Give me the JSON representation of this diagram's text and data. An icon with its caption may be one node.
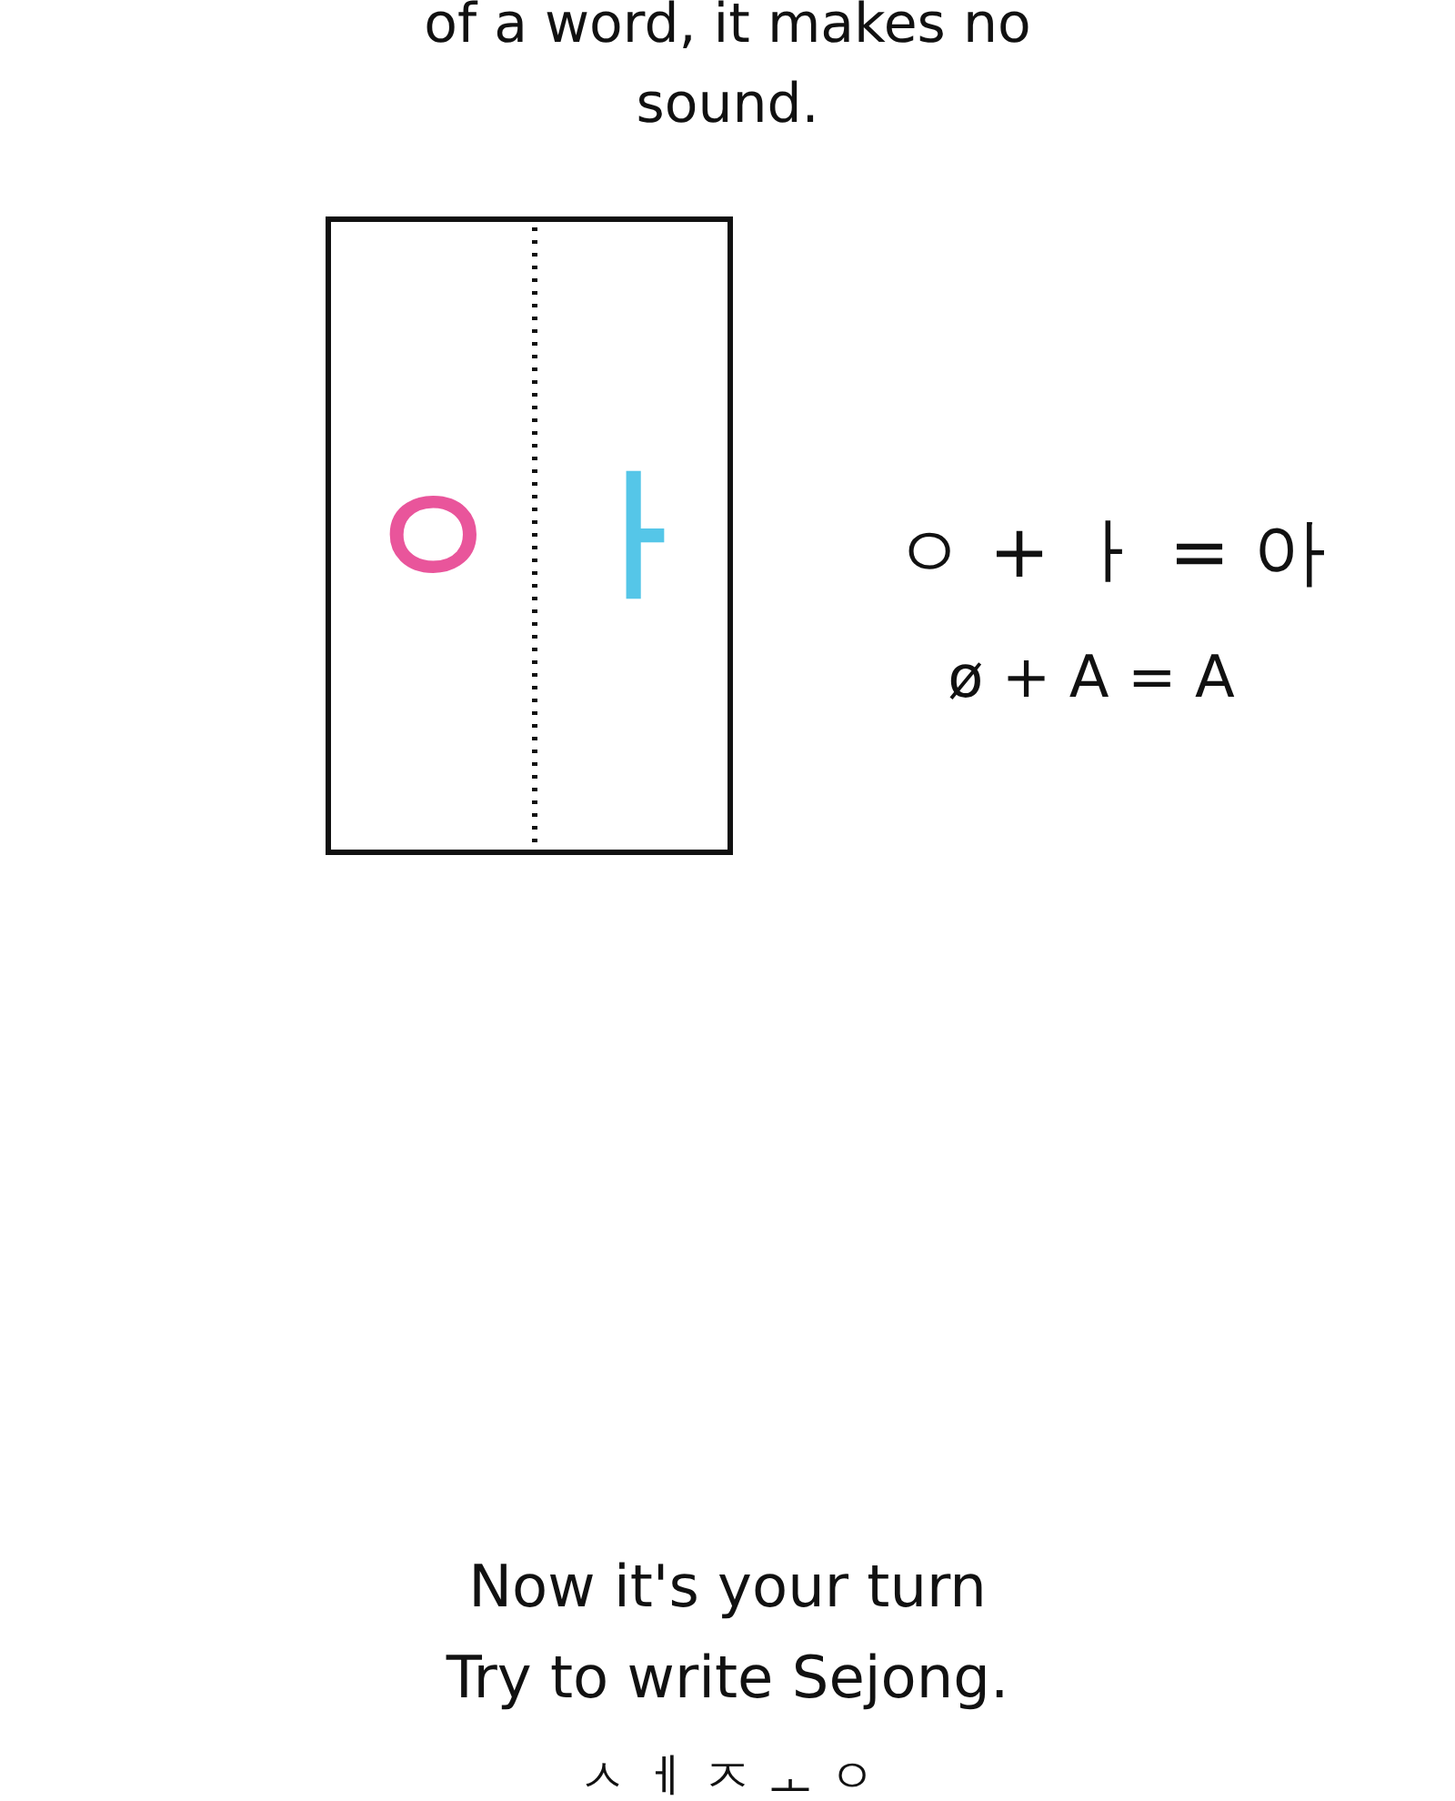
{
  "diagram": {
    "nodes": [
      {
        "text": [
          "ㅇ",
          "ㅏ"
        ]
      }
    ],
    "edges": [],
    "labels": [
      "of a word, it makes no sound.",
      "ㅇ + ㅏ = 아",
      "ø + A = A",
      "Now it's your turn",
      "Try to write Sejong.",
      "ㅅ ㅔ ㅈ ㅗ ㅇ"
    ]
  }
}
